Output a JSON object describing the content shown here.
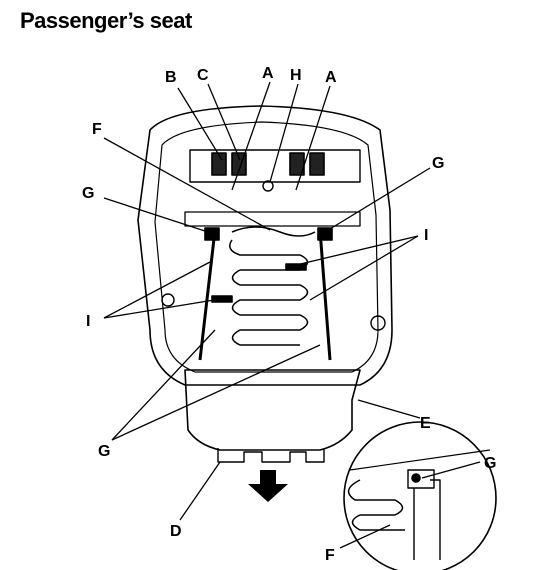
{
  "title": "Passenger’s seat",
  "callouts": {
    "A1": "A",
    "A2": "A",
    "B": "B",
    "C": "C",
    "D": "D",
    "E": "E",
    "F1": "F",
    "F2": "F",
    "G1": "G",
    "G2": "G",
    "G3": "G",
    "G4": "G",
    "H": "H",
    "I1": "I",
    "I2": "I"
  },
  "icons": {
    "direction_arrow": "arrow-down-icon"
  }
}
